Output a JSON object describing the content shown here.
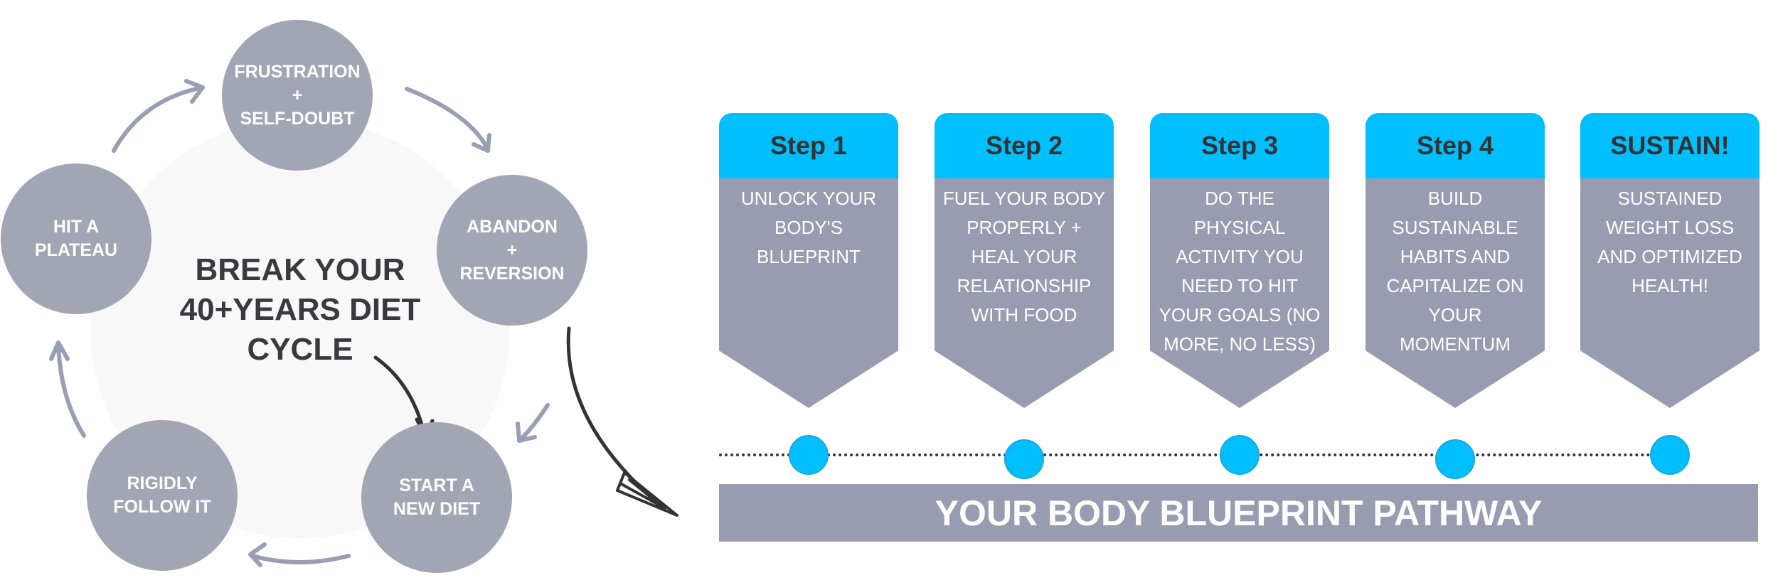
{
  "cycle": {
    "title": "BREAK YOUR 40+YEARS DIET CYCLE",
    "nodes": [
      {
        "line1": "FRUSTRATION",
        "line2": "+",
        "line3": "SELF-DOUBT"
      },
      {
        "line1": "ABANDON",
        "line2": "+",
        "line3": "REVERSION"
      },
      {
        "line1": "START A",
        "line2": "NEW DIET"
      },
      {
        "line1": "RIGIDLY",
        "line2": "FOLLOW IT"
      },
      {
        "line1": "HIT A",
        "line2": "PLATEAU"
      }
    ]
  },
  "pathway": {
    "steps": [
      {
        "title": "Step 1",
        "text": "UNLOCK YOUR BODY'S BLUEPRINT"
      },
      {
        "title": "Step 2",
        "text": "FUEL YOUR BODY PROPERLY + HEAL YOUR RELATIONSHIP WITH FOOD"
      },
      {
        "title": "Step 3",
        "text": "DO THE PHYSICAL ACTIVITY YOU NEED TO HIT YOUR GOALS (NO MORE, NO LESS)"
      },
      {
        "title": "Step 4",
        "text": "BUILD SUSTAINABLE HABITS AND CAPITALIZE ON YOUR MOMENTUM"
      },
      {
        "title": "SUSTAIN!",
        "text": "SUSTAINED WEIGHT LOSS AND OPTIMIZED HEALTH!"
      }
    ],
    "banner": "YOUR BODY BLUEPRINT PATHWAY"
  },
  "colors": {
    "accent": "#00bfff",
    "node": "#a1a5b4",
    "step_body": "#999cb1",
    "title": "#3a3a3c"
  }
}
